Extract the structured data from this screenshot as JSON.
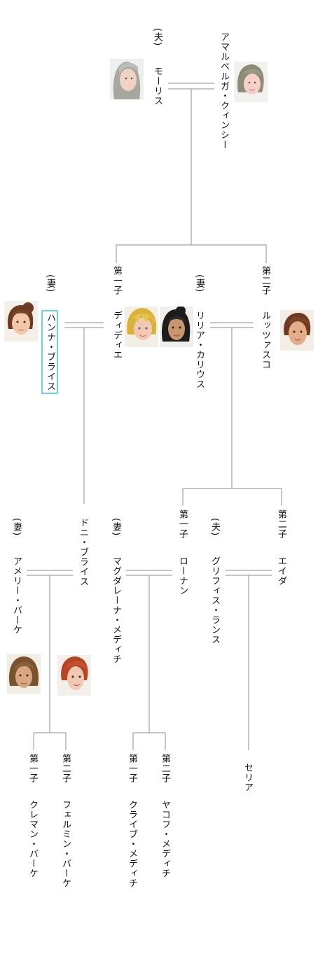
{
  "people": [
    {
      "id": "maurice",
      "role": "(夫)",
      "name": "モーリス"
    },
    {
      "id": "amalberga",
      "name": "アマルベルガ・クィンシー"
    },
    {
      "id": "hannah",
      "role": "(妻)",
      "name": "ハンナ・ブライス",
      "selected": true
    },
    {
      "id": "didier",
      "role": "第一子",
      "name": "ディディエ"
    },
    {
      "id": "lilia",
      "role": "(妻)",
      "name": "リリア・カリウス"
    },
    {
      "id": "lutsasco",
      "role": "第二子",
      "name": "ルッツァスコ"
    },
    {
      "id": "amelie",
      "role": "(妻)",
      "name": "アメリー・バーケ"
    },
    {
      "id": "donnie",
      "name": "ドニ・ブライス"
    },
    {
      "id": "magdalena",
      "role": "(妻)",
      "name": "マグダレーナ・メディチ"
    },
    {
      "id": "ronan",
      "role": "第一子",
      "name": "ローナン"
    },
    {
      "id": "griffith",
      "role": "(夫)",
      "name": "グリフィス・ランス"
    },
    {
      "id": "ada",
      "role": "第二子",
      "name": "エイダ"
    },
    {
      "id": "clement",
      "role": "第一子",
      "name": "クレマン・バーケ"
    },
    {
      "id": "fermin",
      "role": "第二子",
      "name": "フェルミン・バーケ"
    },
    {
      "id": "clive",
      "role": "第一子",
      "name": "クライブ・メディチ"
    },
    {
      "id": "jacob",
      "role": "第二子",
      "name": "ヤコフ・メディチ"
    },
    {
      "id": "celia",
      "name": "セリア"
    }
  ],
  "portraits": [
    {
      "id": "maurice",
      "hair": "#a7a7a2",
      "skin": "#f1d3c3"
    },
    {
      "id": "amalberga",
      "hair": "#8d8a76",
      "skin": "#f7d0cc"
    },
    {
      "id": "hannah",
      "hair": "#6b3b22",
      "skin": "#f2c7aa"
    },
    {
      "id": "didier",
      "hair": "#d9b23b",
      "skin": "#f3c8b2"
    },
    {
      "id": "lilia",
      "hair": "#1c1c1c",
      "skin": "#c9956f"
    },
    {
      "id": "lutsasco",
      "hair": "#6d3a21",
      "skin": "#e3ad8a"
    },
    {
      "id": "amelie",
      "hair": "#7a522f",
      "skin": "#d9a77f"
    },
    {
      "id": "donnie",
      "hair": "#b64526",
      "skin": "#f0c8b4"
    }
  ]
}
